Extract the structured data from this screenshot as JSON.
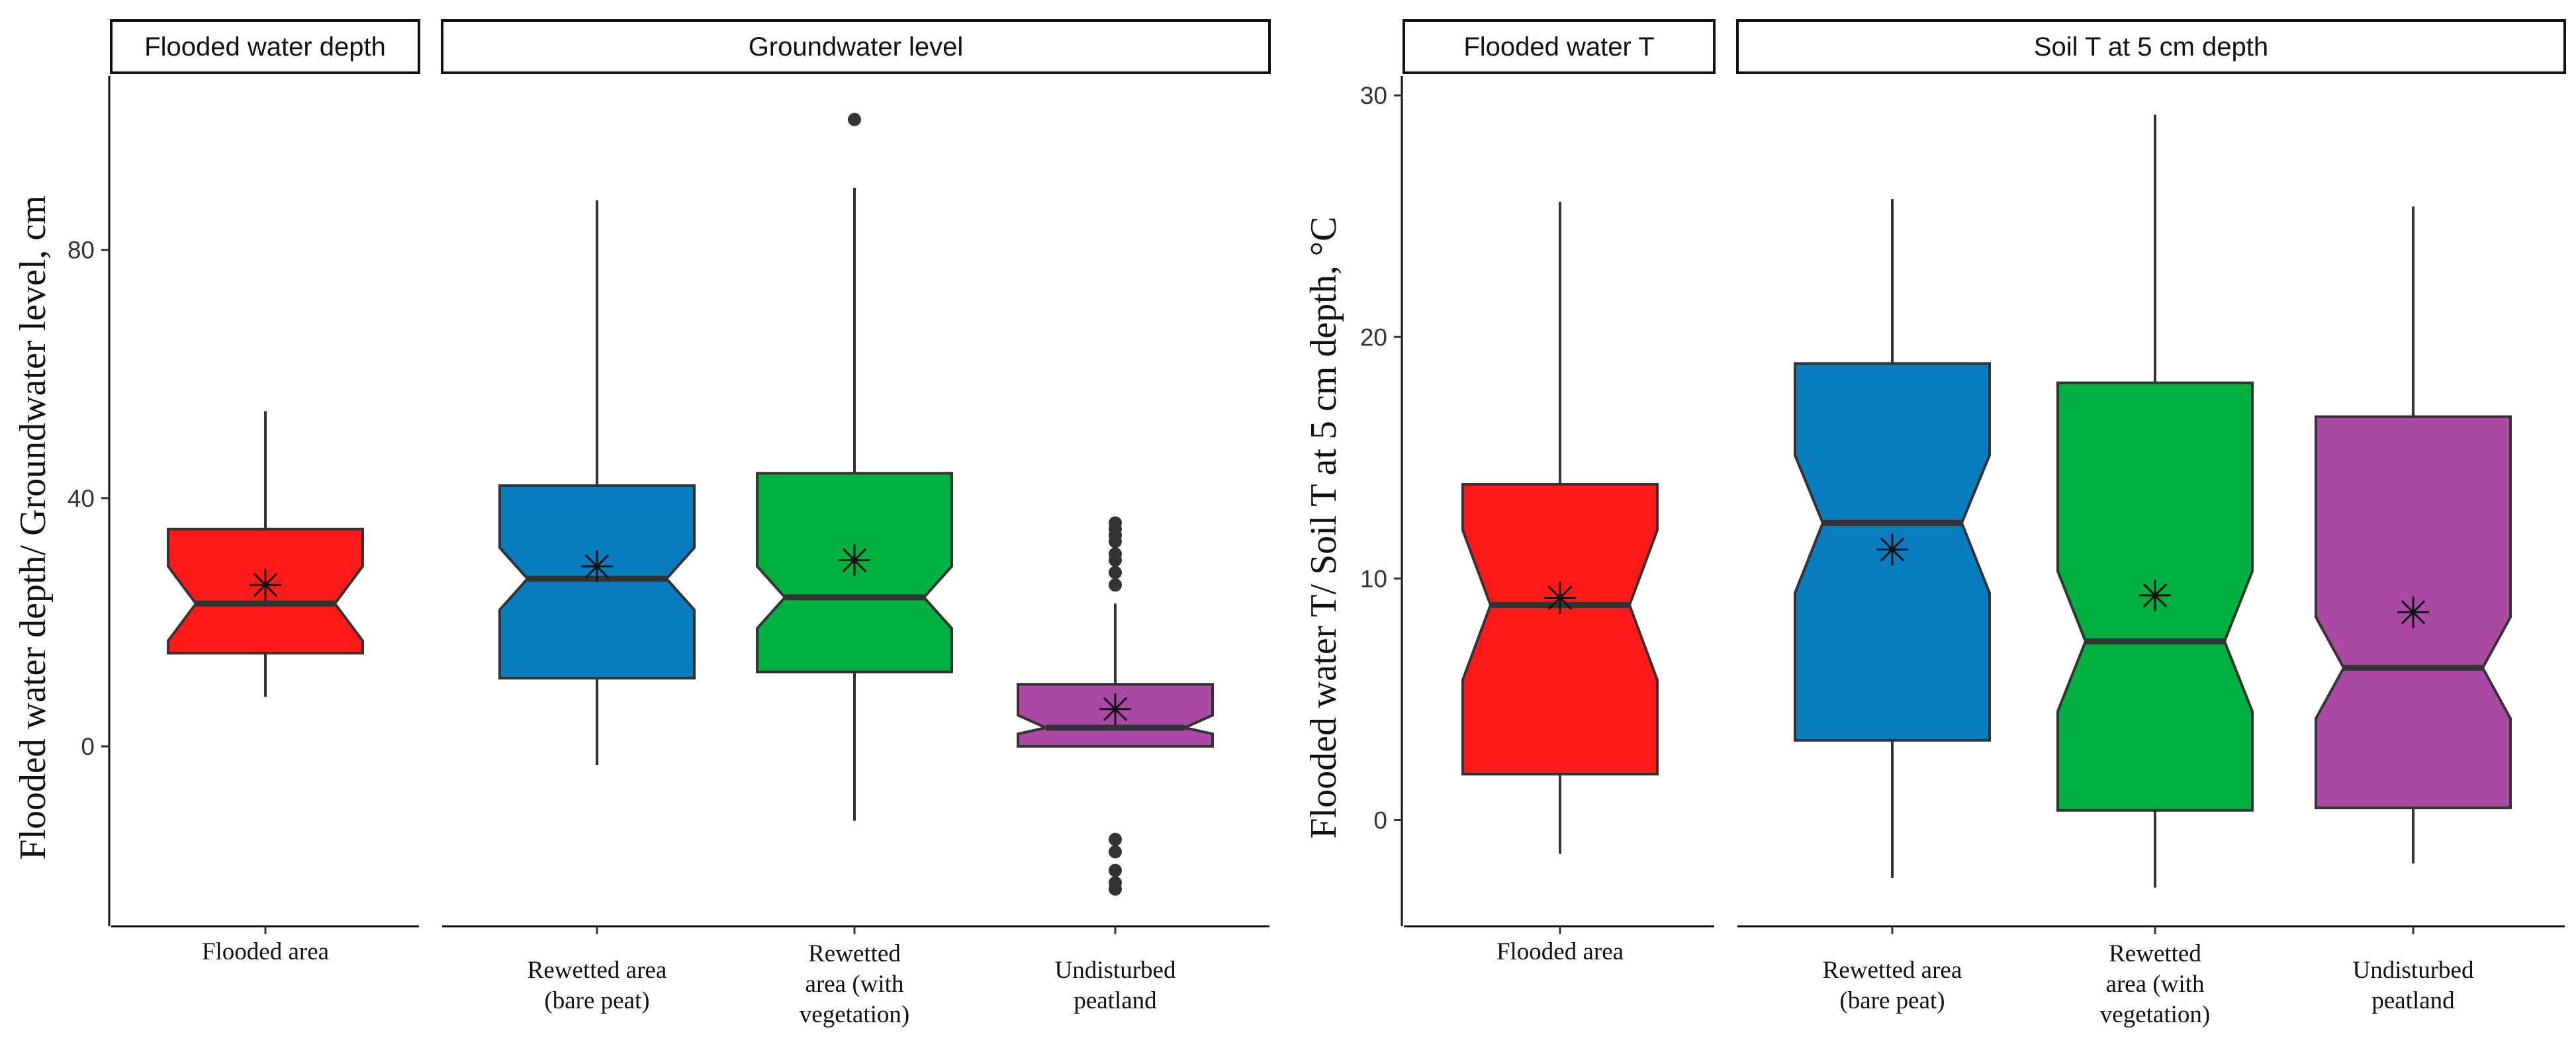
{
  "chart_data": [
    {
      "type": "boxplot",
      "notched": true,
      "ylabel": "Flooded water depth/ Groundwater level, cm",
      "yticks": [
        0,
        40,
        80
      ],
      "ylim": [
        -29,
        108
      ],
      "grid": false,
      "mean_marker": "asterisk",
      "facets": [
        {
          "strip": "Flooded water depth",
          "categories": [
            {
              "label": [
                "Flooded area"
              ],
              "color": "#ff1a1a",
              "whisker_low": 8,
              "q1": 15,
              "median": 23,
              "q3": 35,
              "whisker_high": 54,
              "mean": 26,
              "notch": [
                17,
                29
              ],
              "outliers": []
            }
          ]
        },
        {
          "strip": "Groundwater level",
          "categories": [
            {
              "label": [
                "Rewetted area",
                "(bare peat)"
              ],
              "color": "#0a7dbf",
              "whisker_low": -3,
              "q1": 11,
              "median": 27,
              "q3": 42,
              "whisker_high": 88,
              "mean": 29,
              "notch": [
                22,
                32
              ],
              "outliers": []
            },
            {
              "label": [
                "Rewetted",
                "area (with",
                "vegetation)"
              ],
              "color": "#00b140",
              "whisker_low": -12,
              "q1": 12,
              "median": 24,
              "q3": 44,
              "whisker_high": 90,
              "mean": 30,
              "notch": [
                19,
                29
              ],
              "outliers": [
                101
              ]
            },
            {
              "label": [
                "Undisturbed",
                "peatland"
              ],
              "color": "#ab4aa5",
              "whisker_low": 0,
              "q1": 0,
              "median": 3,
              "q3": 10,
              "whisker_high": 23,
              "mean": 6,
              "notch": [
                2,
                5
              ],
              "outliers": [
                26,
                28,
                30,
                31,
                33,
                34,
                35,
                36,
                -15,
                -17,
                -20,
                -22,
                -23
              ]
            }
          ]
        }
      ]
    },
    {
      "type": "boxplot",
      "notched": true,
      "ylabel": "Flooded water T/ Soil T at 5 cm depth, °C",
      "yticks": [
        0,
        10,
        20,
        30
      ],
      "ylim": [
        -4.4,
        30.8
      ],
      "grid": false,
      "mean_marker": "asterisk",
      "facets": [
        {
          "strip": "Flooded water T",
          "categories": [
            {
              "label": [
                "Flooded area"
              ],
              "color": "#ff1a1a",
              "whisker_low": -1.4,
              "q1": 1.9,
              "median": 8.9,
              "q3": 13.9,
              "whisker_high": 25.6,
              "mean": 9.2,
              "notch": [
                5.8,
                12.0
              ],
              "outliers": []
            }
          ]
        },
        {
          "strip": "Soil T at 5 cm depth",
          "categories": [
            {
              "label": [
                "Rewetted area",
                "(bare peat)"
              ],
              "color": "#0a7dbf",
              "whisker_low": -2.4,
              "q1": 3.3,
              "median": 12.3,
              "q3": 18.9,
              "whisker_high": 25.7,
              "mean": 11.2,
              "notch": [
                9.4,
                15.1
              ],
              "outliers": []
            },
            {
              "label": [
                "Rewetted",
                "area (with",
                "vegetation)"
              ],
              "color": "#00b140",
              "whisker_low": -2.8,
              "q1": 0.4,
              "median": 7.4,
              "q3": 18.1,
              "whisker_high": 29.2,
              "mean": 9.3,
              "notch": [
                4.5,
                10.3
              ],
              "outliers": []
            },
            {
              "label": [
                "Undisturbed",
                "peatland"
              ],
              "color": "#ab4aa5",
              "whisker_low": -1.8,
              "q1": 0.5,
              "median": 6.3,
              "q3": 16.7,
              "whisker_high": 25.4,
              "mean": 8.6,
              "notch": [
                4.2,
                8.4
              ],
              "outliers": []
            }
          ]
        }
      ]
    }
  ]
}
